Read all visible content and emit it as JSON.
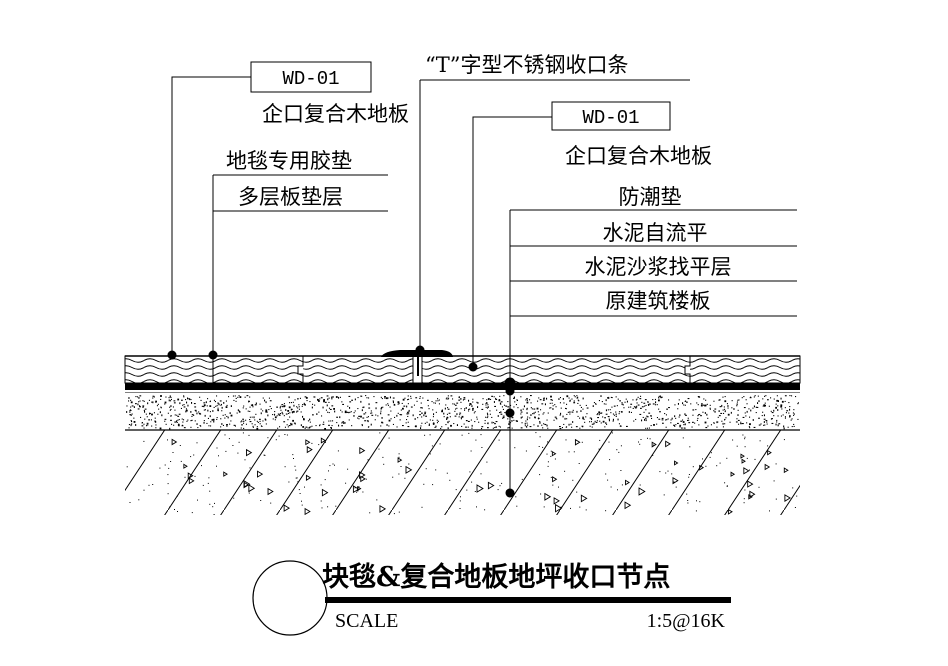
{
  "drawing": {
    "left_labels": {
      "tag": "WD-01",
      "material": "企口复合木地板",
      "underlay": "地毯专用胶垫",
      "subfloor": "多层板垫层"
    },
    "top_label": "“T”字型不锈钢收口条",
    "right_labels": {
      "tag": "WD-01",
      "material": "企口复合木地板",
      "layers": [
        "防潮垫",
        "水泥自流平",
        "水泥沙浆找平层",
        "原建筑楼板"
      ]
    }
  },
  "title_block": {
    "title": "块毯&复合地板地坪收口节点",
    "scale_label": "SCALE",
    "scale_value": "1:5@16K"
  }
}
